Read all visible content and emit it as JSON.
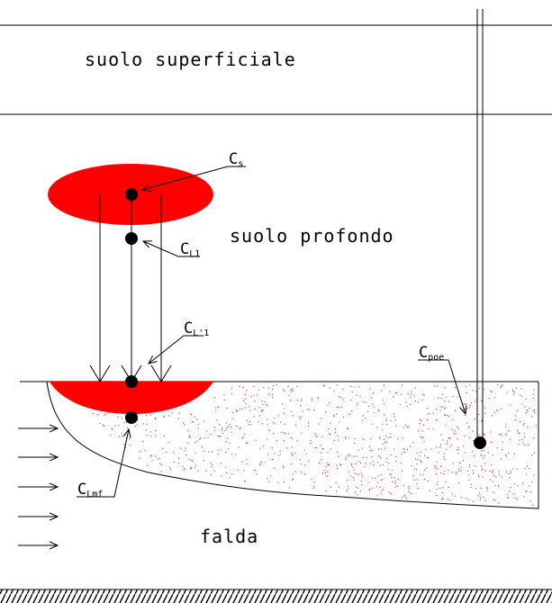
{
  "layers": {
    "surface_soil": "suolo superficiale",
    "deep_soil": "suolo profondo",
    "groundwater": "falda"
  },
  "concentrations": {
    "cs": {
      "main": "C",
      "sub": "s"
    },
    "cl1": {
      "main": "C",
      "sub": "L1"
    },
    "cl1p": {
      "main": "C",
      "sub": "L'1"
    },
    "clmf": {
      "main": "C",
      "sub": "Lmf"
    },
    "cpoe": {
      "main": "C",
      "sub": "poe"
    }
  },
  "colors": {
    "source": "#ff0000",
    "line": "#000000",
    "speckle": "#e84040"
  }
}
